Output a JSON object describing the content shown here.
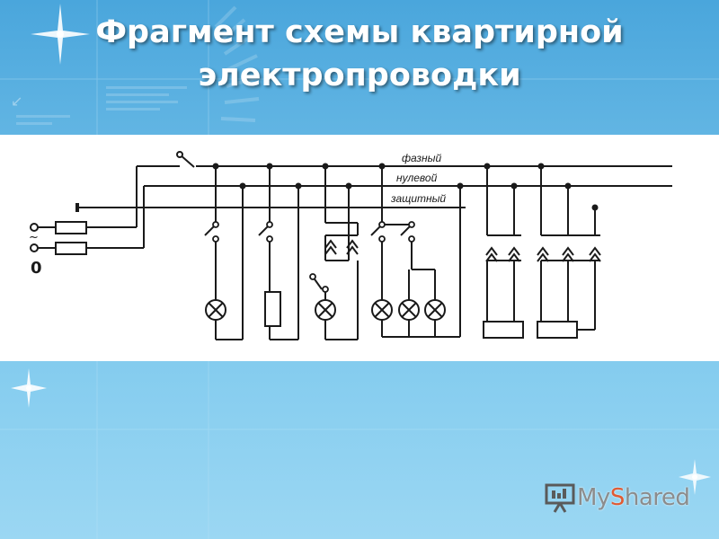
{
  "slide": {
    "title_line1": "Фрагмент схемы квартирной",
    "title_line2": "электропроводки"
  },
  "diagram": {
    "wire_labels": {
      "phase": "фазный",
      "neutral": "нулевой",
      "protective": "защитный"
    },
    "symbols": {
      "tilde": "~",
      "zero": "0"
    }
  },
  "logo": {
    "text_prefix": "My",
    "text_s": "S",
    "text_suffix": "hared",
    "icon": "projector-screen-icon"
  },
  "colors": {
    "background_top": "#4aa6dc",
    "background_bottom": "#9bd7f3",
    "title": "#ffffff",
    "diagram_line": "#1a1a1a"
  }
}
